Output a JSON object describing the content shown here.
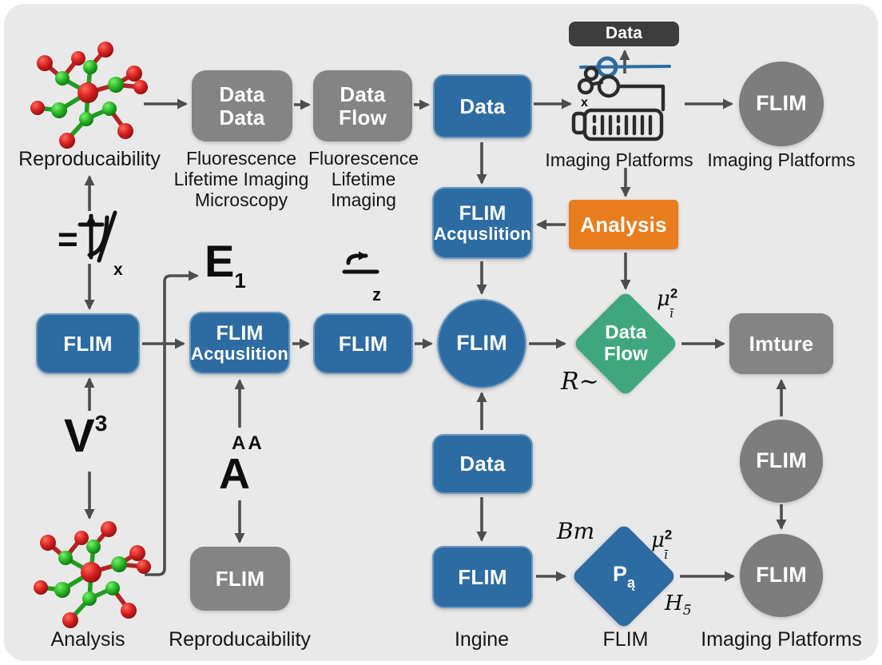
{
  "palette": {
    "background": "#e9e9e9",
    "blue": "#2d6ca3",
    "gray_box": "#848484",
    "gray_circle": "#7d7d7d",
    "dark_pill": "#3d3d3d",
    "orange": "#e87d1e",
    "green": "#3fa67e",
    "arrow": "#4e4e4e",
    "molecule_red": "#cc1f1f",
    "molecule_green": "#22aa22"
  },
  "top_row": {
    "molecule_caption": "Reproducaibility",
    "gray_box_1": [
      "Data",
      "Data"
    ],
    "gray_box_1_caption": [
      "Fluorescence",
      "Lifetime Imaging",
      "Microscopy"
    ],
    "gray_box_2": [
      "Data",
      "Flow"
    ],
    "gray_box_2_caption": [
      "Fluorescence",
      "Lifetime",
      "Imaging"
    ],
    "blue_box": "Data",
    "dark_pill": "Data",
    "instrument_caption": "Imaging Platforms",
    "circle": "FLIM",
    "circle_caption": "Imaging Platforms"
  },
  "mid_top": {
    "flim_acq_box": [
      "FLIM",
      "Acquslition"
    ],
    "analysis_box": "Analysis"
  },
  "mid_row": {
    "flim_box_1": "FLIM",
    "flim_acq_box": [
      "FLIM",
      "Acquslition"
    ],
    "flim_box_3": "FLIM",
    "flim_circle": "FLIM",
    "green_diamond": [
      "Data",
      "Flow"
    ],
    "imture_box": "Imture",
    "gray_circle": "FLIM"
  },
  "lower": {
    "data_box": "Data",
    "flim_box": "FLIM",
    "flim_box_caption": "Ingine",
    "blue_diamond_main": "P",
    "blue_diamond_sub": "ą",
    "diamond_caption": "FLIM",
    "gray_circle": "FLIM",
    "gray_circle_caption": "Imaging Platforms",
    "molecule_caption": "Analysis",
    "gray_flim_box": "FLIM",
    "gray_flim_caption": "Reproducaibility"
  },
  "symbols": {
    "eq_prefix": "=",
    "eq_sub": "x",
    "e_main": "E",
    "e_sub": "1",
    "z_sub": "z",
    "v_main": "V",
    "v_sup": "3",
    "a_main": "A",
    "a_sup": "AA",
    "mu_main": "μ",
    "mu_sup": "2",
    "mu_sub": "ī",
    "r_tilde": "R~",
    "b_m": "Bm",
    "mu2_main": "μ",
    "mu2_sup": "2",
    "mu2_sub": "ī",
    "h_main": "H",
    "h_sub": "5̄",
    "x_mark": "x"
  }
}
